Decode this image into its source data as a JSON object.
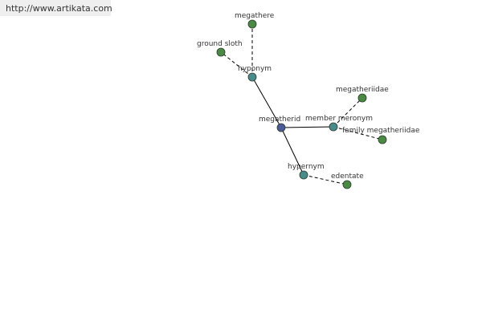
{
  "banner": {
    "link_text": "http://www.artikata.com"
  },
  "colors": {
    "root": "#4c5a96",
    "relation": "#4a8a8a",
    "leaf": "#4a8a45",
    "node_stroke": "#2a3b2a",
    "edge": "#000000"
  },
  "graph": {
    "root": {
      "label": "megatherid"
    },
    "relations": [
      {
        "label": "hyponym",
        "terms": [
          {
            "label": "megathere"
          },
          {
            "label": "ground sloth"
          }
        ]
      },
      {
        "label": "member meronym",
        "terms": [
          {
            "label": "megatheriidae"
          },
          {
            "label": "family megatheriidae"
          }
        ]
      },
      {
        "label": "hypernym",
        "terms": [
          {
            "label": "edentate"
          }
        ]
      }
    ]
  }
}
